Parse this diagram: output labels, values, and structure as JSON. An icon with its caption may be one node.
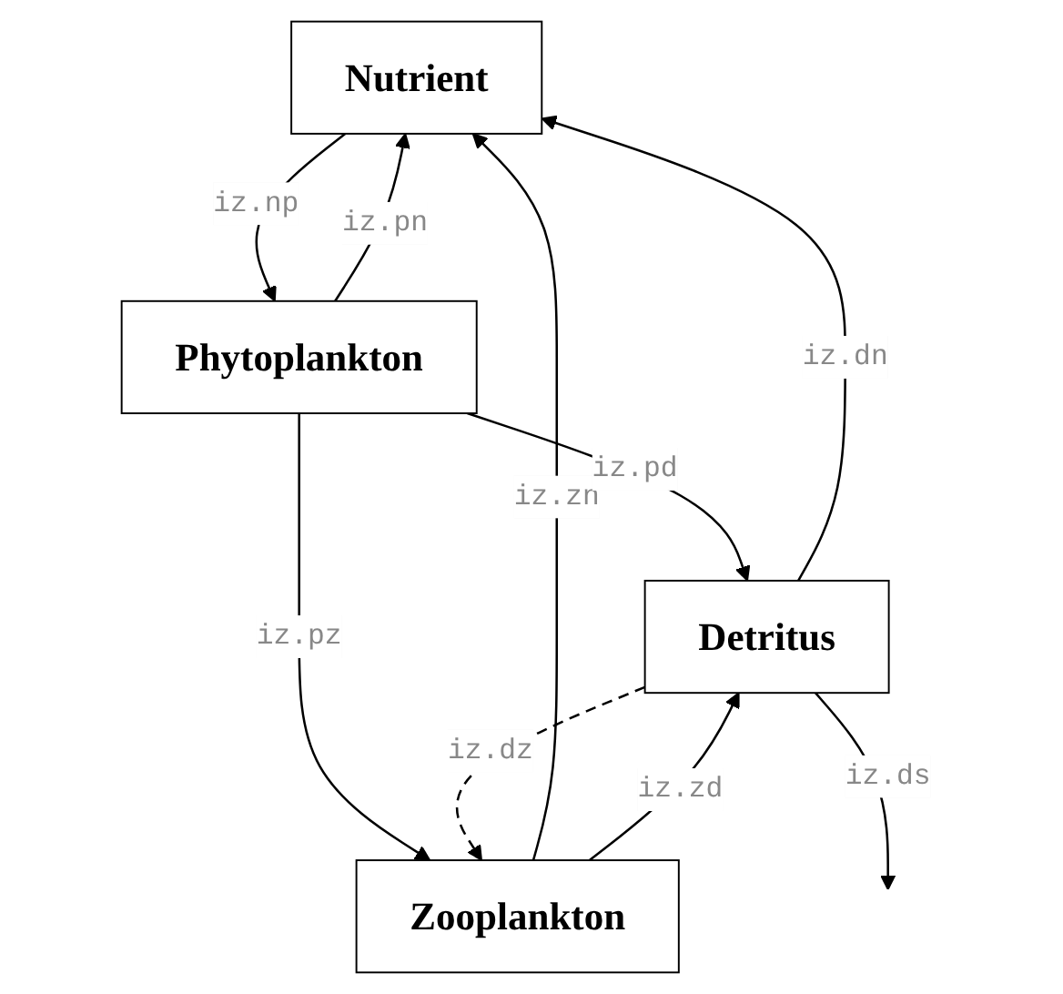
{
  "diagram": {
    "nodes": [
      {
        "text": [
          "Nutrient"
        ]
      },
      {
        "text": [
          "Phytoplankton"
        ]
      },
      {
        "text": [
          "Detritus"
        ]
      },
      {
        "text": [
          "Zooplankton"
        ]
      }
    ],
    "edges": [
      {
        "from": 1,
        "to": 0,
        "arrow": "to",
        "label": "iz.pn"
      },
      {
        "from": 0,
        "to": 1,
        "arrow": "to",
        "label": "iz.np"
      },
      {
        "from": 3,
        "to": 0,
        "arrow": "to",
        "label": "iz.zn"
      },
      {
        "from": 1,
        "to": 2,
        "arrow": "to",
        "label": "iz.pd"
      },
      {
        "from": 1,
        "to": 3,
        "arrow": "to",
        "label": "iz.pz"
      },
      {
        "from": 2,
        "to": 0,
        "arrow": "to",
        "label": "iz.dn"
      },
      {
        "from": 2,
        "to": 3,
        "arrow": "to",
        "label": "iz.dz",
        "style": "dashed"
      },
      {
        "from": 3,
        "to": 2,
        "arrow": "to",
        "label": "iz.zd"
      },
      {
        "from": 2,
        "to": null,
        "arrow": "to",
        "label": "iz.ds"
      }
    ]
  }
}
